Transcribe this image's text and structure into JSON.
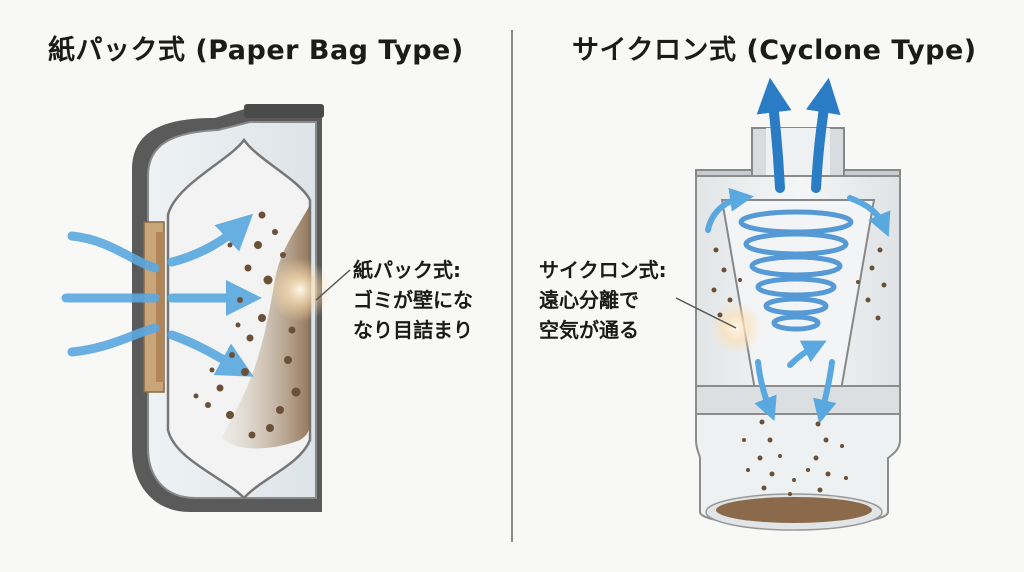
{
  "left": {
    "title": "紙パック式 (Paper Bag Type)",
    "callout": {
      "line1": "紙パック式:",
      "line2": "ゴミが壁にな",
      "line3": "なり目詰まり"
    }
  },
  "right": {
    "title": "サイクロン式 (Cyclone Type)",
    "callout": {
      "line1": "サイクロン式:",
      "line2": "遠心分離で",
      "line3": "空気が通る"
    }
  },
  "colors": {
    "airflow": "#5aa8e0",
    "airflow_dark": "#2a7cc4",
    "dust": "#6b5038",
    "shell": "#4a4a4a",
    "filter_frame": "#c9a57a"
  },
  "icons": [
    "airflow-arrow",
    "cyclone-spiral",
    "dust-particles",
    "paper-bag",
    "canister"
  ]
}
